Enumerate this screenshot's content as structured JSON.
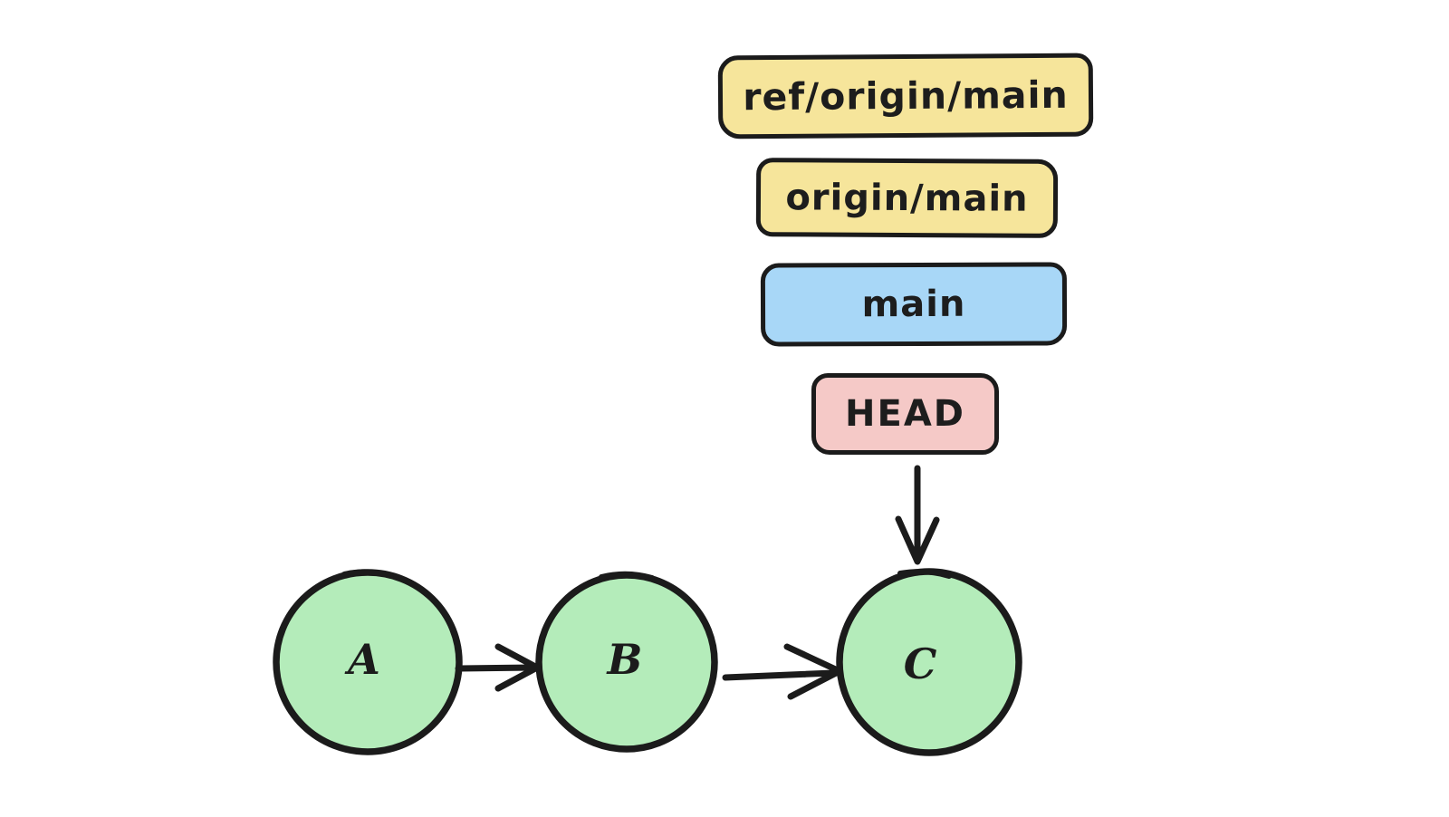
{
  "colors": {
    "background": "#ffffff",
    "stroke": "#1b1b1b",
    "remote_ref_fill": "#f6e59b",
    "remote_branch_fill": "#f6e59b",
    "local_branch_fill": "#a8d7f7",
    "head_fill": "#f5c9c7",
    "commit_fill": "#b4ecba"
  },
  "refs": {
    "remote_ref": "ref/origin/main",
    "remote_branch": "origin/main",
    "local_branch": "main",
    "head": "HEAD"
  },
  "commits": [
    {
      "label": "A"
    },
    {
      "label": "B"
    },
    {
      "label": "C"
    }
  ],
  "edges": [
    {
      "from": "A",
      "to": "B"
    },
    {
      "from": "B",
      "to": "C"
    },
    {
      "from": "HEAD",
      "to": "C"
    }
  ]
}
